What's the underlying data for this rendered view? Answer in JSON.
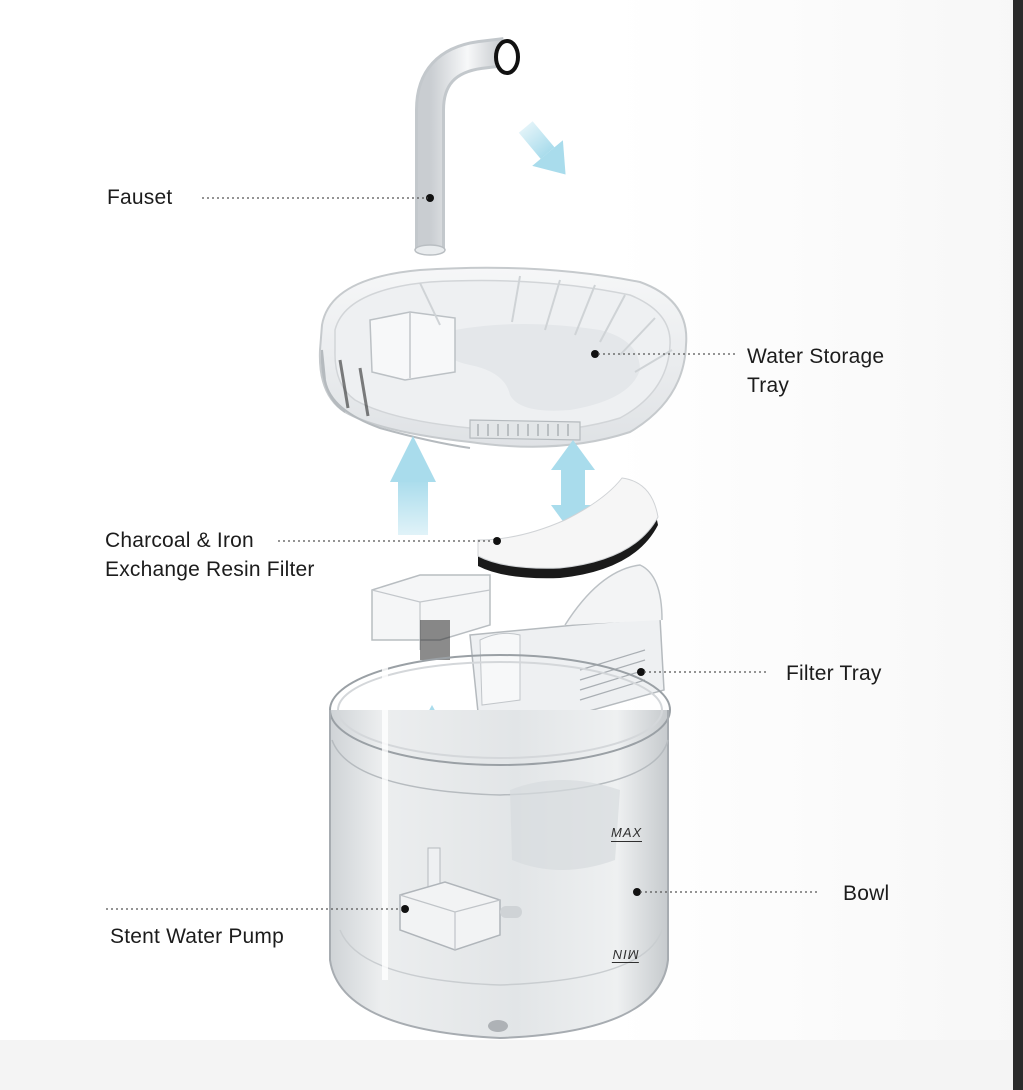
{
  "labels": {
    "faucet": "Fauset",
    "water_storage_tray": [
      "Water Storage",
      "Tray"
    ],
    "filter": [
      "Charcoal & Iron",
      "Exchange Resin Filter"
    ],
    "filter_tray": "Filter Tray",
    "bowl": "Bowl",
    "pump": "Stent Water Pump",
    "bowl_max_mark": "MAX",
    "bowl_min_mark": "MIN"
  },
  "colors": {
    "flow_arrow": "#a9dcec",
    "leader_line": "#555555",
    "text": "#1c1c1c"
  }
}
